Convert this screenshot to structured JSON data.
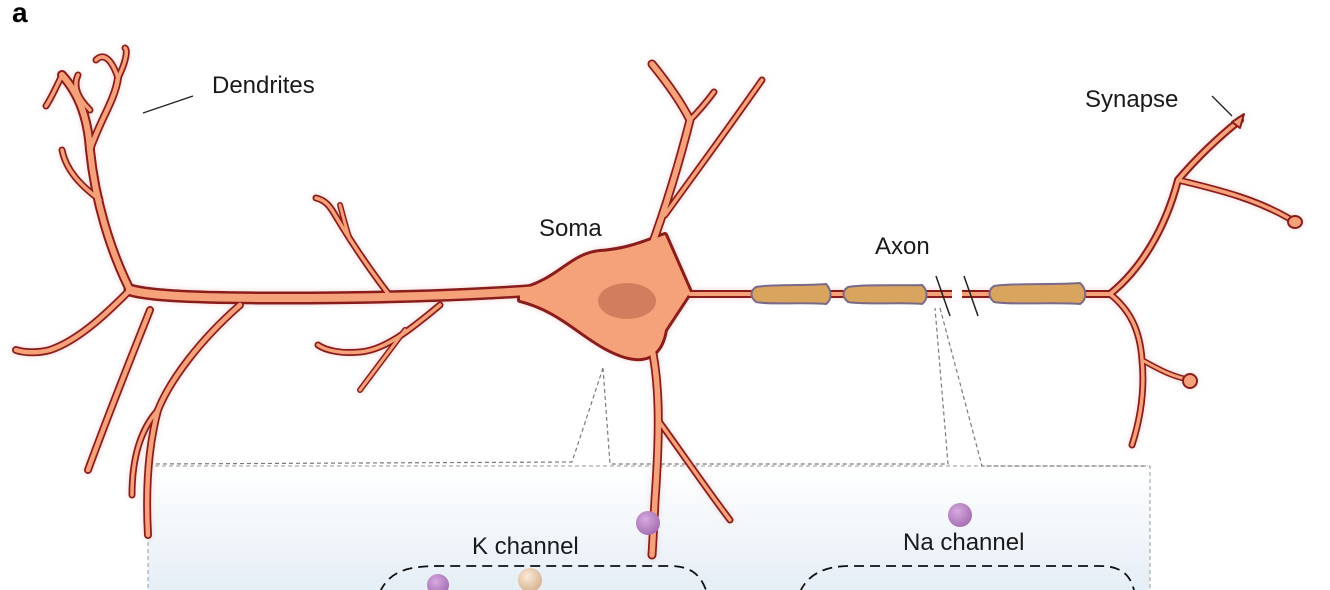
{
  "figure": {
    "panel_letter": "a",
    "labels": {
      "dendrites": "Dendrites",
      "synapse": "Synapse",
      "soma": "Soma",
      "axon": "Axon",
      "k_channel": "K channel",
      "na_channel": "Na channel"
    },
    "colors": {
      "cell_fill": "#f5a17a",
      "cell_outline": "#8b1a1a",
      "nucleus": "#d27e5e",
      "myelin_fill": "#d9a45e",
      "myelin_outline": "#7a6a8a",
      "ion_purple": "#b47fc0",
      "ion_tan": "#e9c9a8",
      "panel_gradient_top": "#ffffff",
      "panel_gradient_bottom": "#e6eef6"
    }
  }
}
